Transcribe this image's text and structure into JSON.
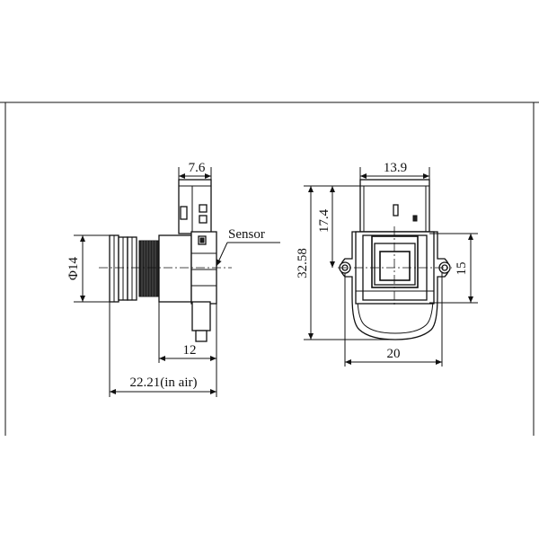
{
  "dimensions": {
    "side_top_width": "7.6",
    "diameter": "Φ14",
    "sensor_offset": "12",
    "total_length": "22.21(in air)",
    "front_top_width": "13.9",
    "front_inner_height": "17.4",
    "front_total_height": "32.58",
    "front_width": "20",
    "mount_hole_spacing": "15"
  },
  "labels": {
    "sensor": "Sensor"
  }
}
